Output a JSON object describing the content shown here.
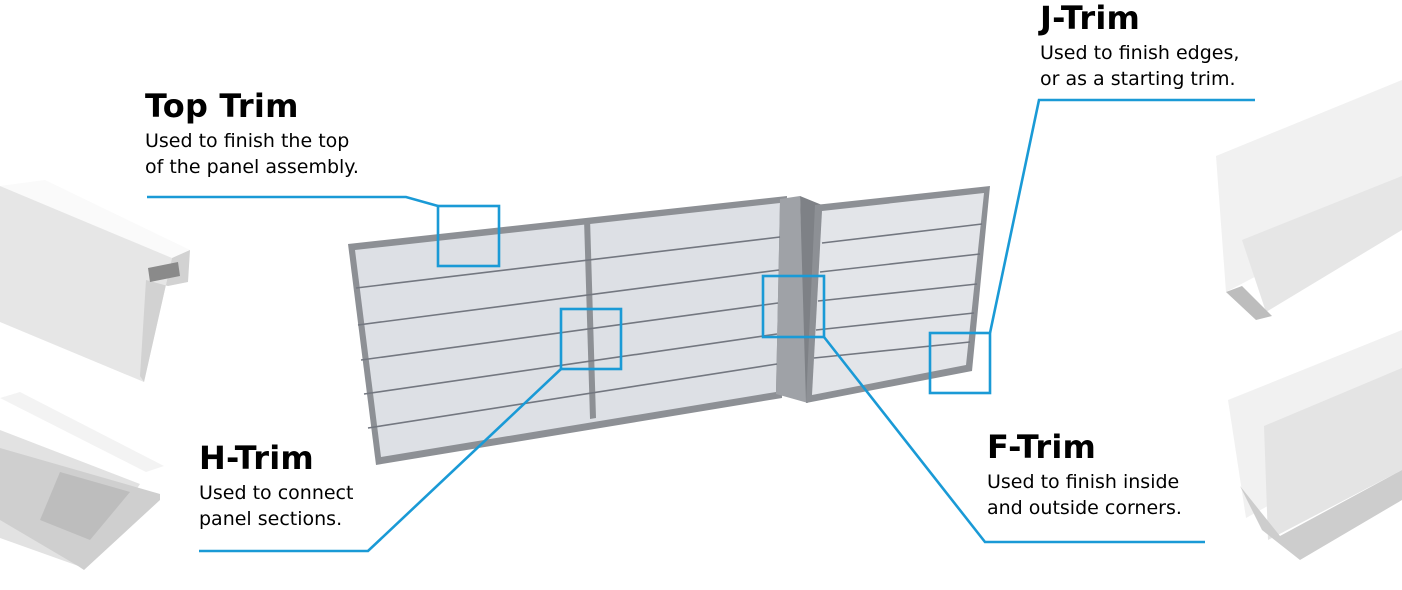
{
  "callouts": {
    "top_trim": {
      "title": "Top Trim",
      "lines": [
        "Used to finish the top",
        "of the panel assembly."
      ]
    },
    "h_trim": {
      "title": "H-Trim",
      "lines": [
        "Used to connect",
        "panel sections."
      ]
    },
    "j_trim": {
      "title": "J-Trim",
      "lines": [
        "Used to finish edges,",
        "or as a starting trim."
      ]
    },
    "f_trim": {
      "title": "F-Trim",
      "lines": [
        "Used to finish inside",
        "and outside corners."
      ]
    }
  },
  "colors": {
    "accent": "#1a9ad6",
    "panel_face": "#dcdfe4",
    "panel_frame": "#8d9095",
    "trim_white": "#f4f4f4",
    "trim_shade": "#c9c9c9"
  }
}
